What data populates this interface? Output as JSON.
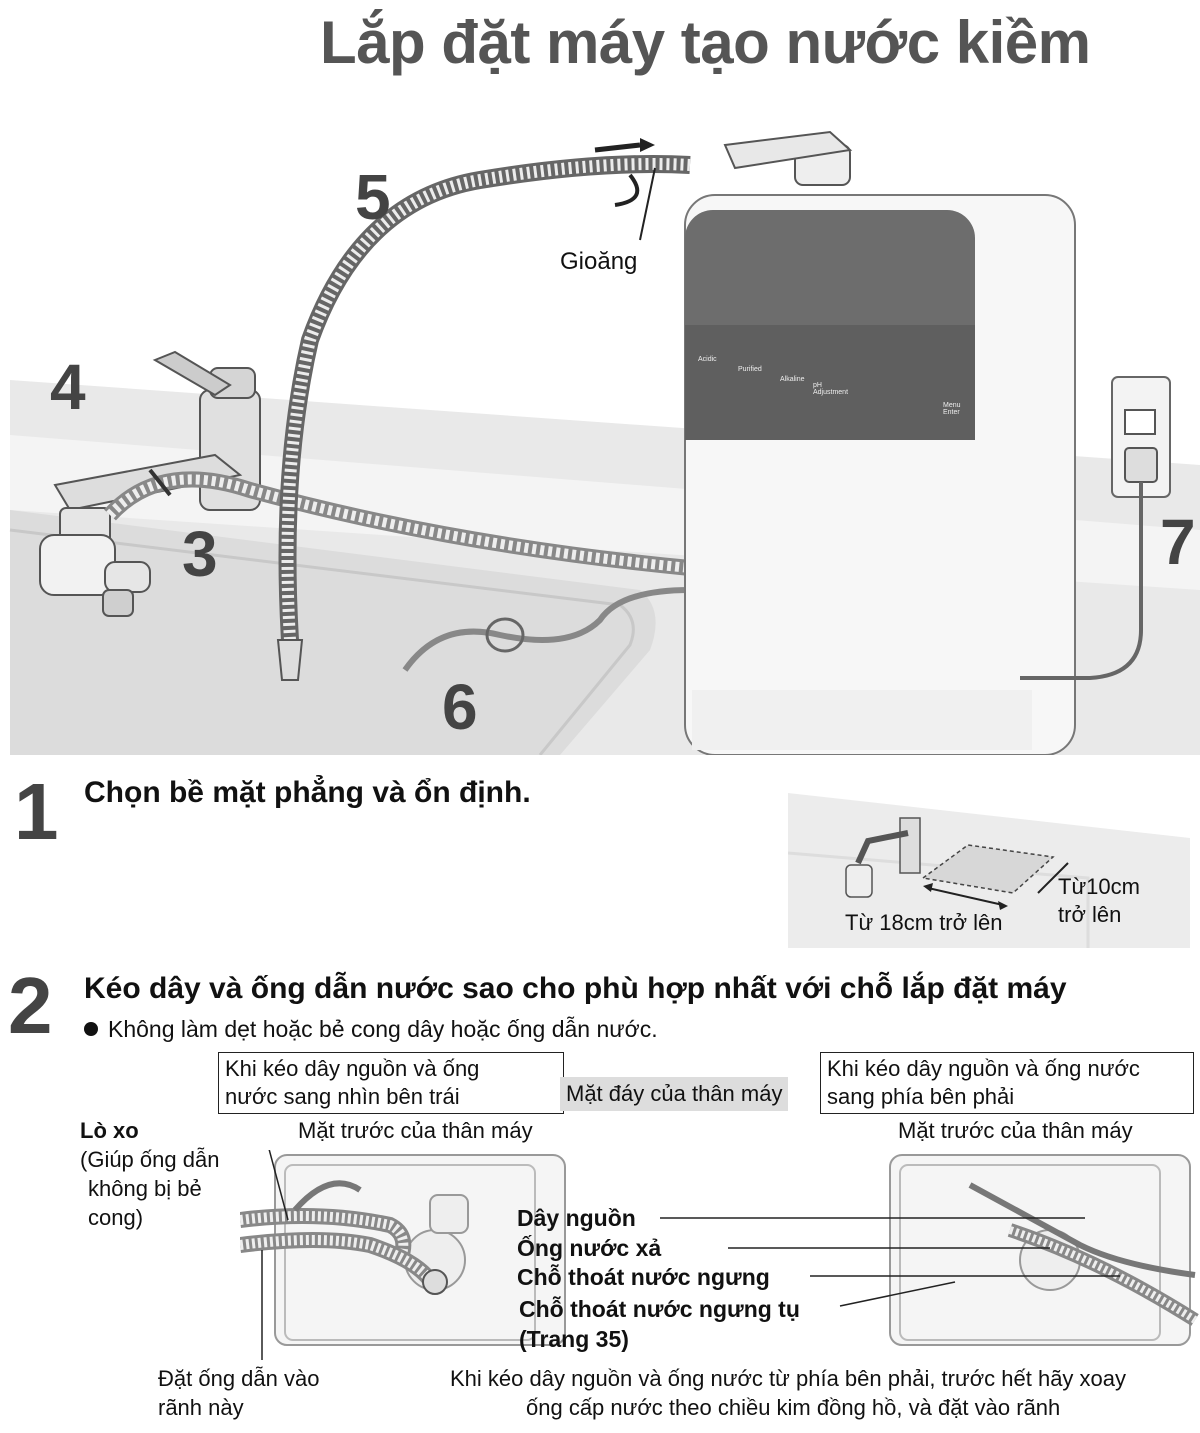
{
  "title": "Lắp đặt máy tạo nước kiềm",
  "hero": {
    "callouts": [
      "5",
      "4",
      "3",
      "6",
      "7"
    ],
    "gasket_label": "Gioăng",
    "panel_labels": [
      "Acidic",
      "Purified",
      "Alkaline",
      "pH Adjustment",
      "Menu Enter"
    ]
  },
  "step1": {
    "number": "1",
    "text": "Chọn bề mặt phẳng và ổn định.",
    "dim_width": "Từ 18cm trở lên",
    "dim_depth_1": "Từ10cm",
    "dim_depth_2": "trở lên"
  },
  "step2": {
    "number": "2",
    "text": "Kéo dây và ống dẫn nước sao cho phù hợp nhất với chỗ lắp đặt máy",
    "bullet": "Không làm dẹt hoặc bẻ cong dây hoặc ống dẫn nước.",
    "left_box_1": "Khi kéo dây nguồn và ống",
    "left_box_2": "nước sang nhìn bên trái",
    "center_label": "Mặt đáy của thân máy",
    "right_box_1": "Khi kéo dây nguồn và ống nước",
    "right_box_2": "sang phía bên phải",
    "front_left": "Mặt trước của thân máy",
    "front_right": "Mặt trước của thân máy",
    "spring_title": "Lò xo",
    "spring_desc": [
      "(Giúp ống dẫn",
      "không bị bẻ",
      "cong)"
    ],
    "labels": [
      "Dây nguồn",
      "Ống nước xả",
      "Chỗ thoát nước ngưng",
      "Chỗ thoát nước ngưng tụ",
      "(Trang 35)"
    ],
    "groove_note": [
      "Đặt ống dẫn vào",
      "rãnh này"
    ],
    "right_note": [
      "Khi kéo dây nguồn và ống nước từ phía bên phải, trước hết hãy xoay",
      "ống cấp nước theo chiều kim đồng hồ, và đặt vào rãnh"
    ]
  }
}
